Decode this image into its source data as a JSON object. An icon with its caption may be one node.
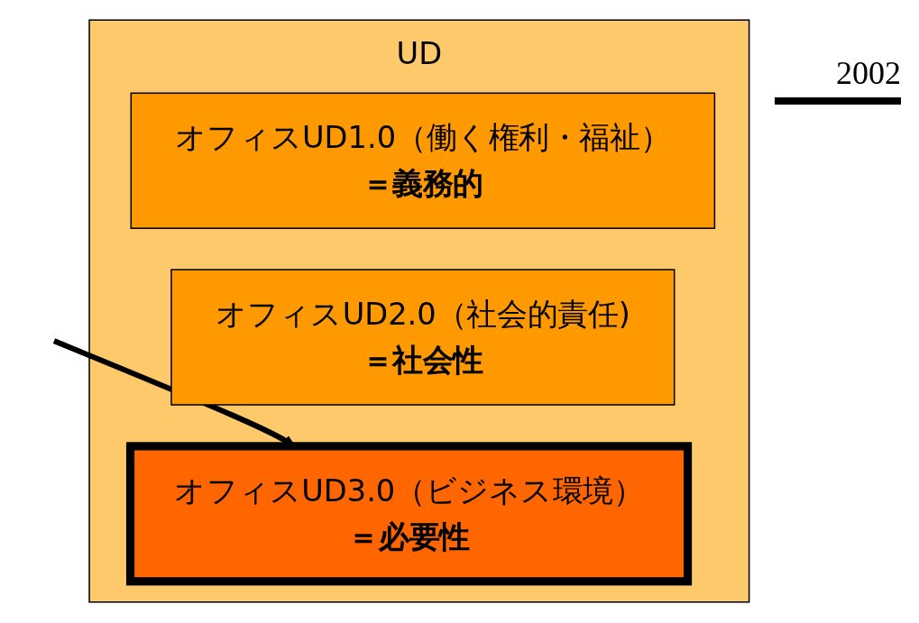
{
  "diagram": {
    "nodes": [
      {
        "text": [
          "UD"
        ]
      },
      {
        "text": [
          "オフィスUD1.0（働く権利・福祉）",
          "＝義務的"
        ],
        "in": 0
      },
      {
        "text": [
          "オフィスUD2.0（社会的責任)",
          "＝社会性"
        ],
        "in": 0
      },
      {
        "text": [
          "オフィスUD3.0（ビジネス環境）",
          "＝必要性"
        ],
        "in": 0
      }
    ],
    "edges": [
      {
        "from": null,
        "to": 3,
        "arrow": "to"
      }
    ],
    "labels": [
      "2002"
    ]
  }
}
